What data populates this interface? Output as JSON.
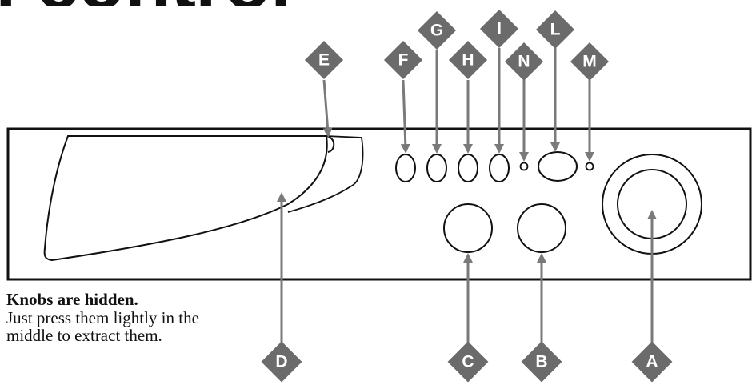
{
  "heading": "l control",
  "note": {
    "title": "Knobs are hidden.",
    "line1": "Just press them lightly in  the",
    "line2": "middle to extract them."
  },
  "callouts": {
    "A": "A",
    "B": "B",
    "C": "C",
    "D": "D",
    "E": "E",
    "F": "F",
    "G": "G",
    "H": "H",
    "I": "I",
    "L": "L",
    "M": "M",
    "N": "N"
  },
  "colors": {
    "badge": "#6b6b6b",
    "line": "#111111",
    "arrow": "#7a7a7a"
  }
}
